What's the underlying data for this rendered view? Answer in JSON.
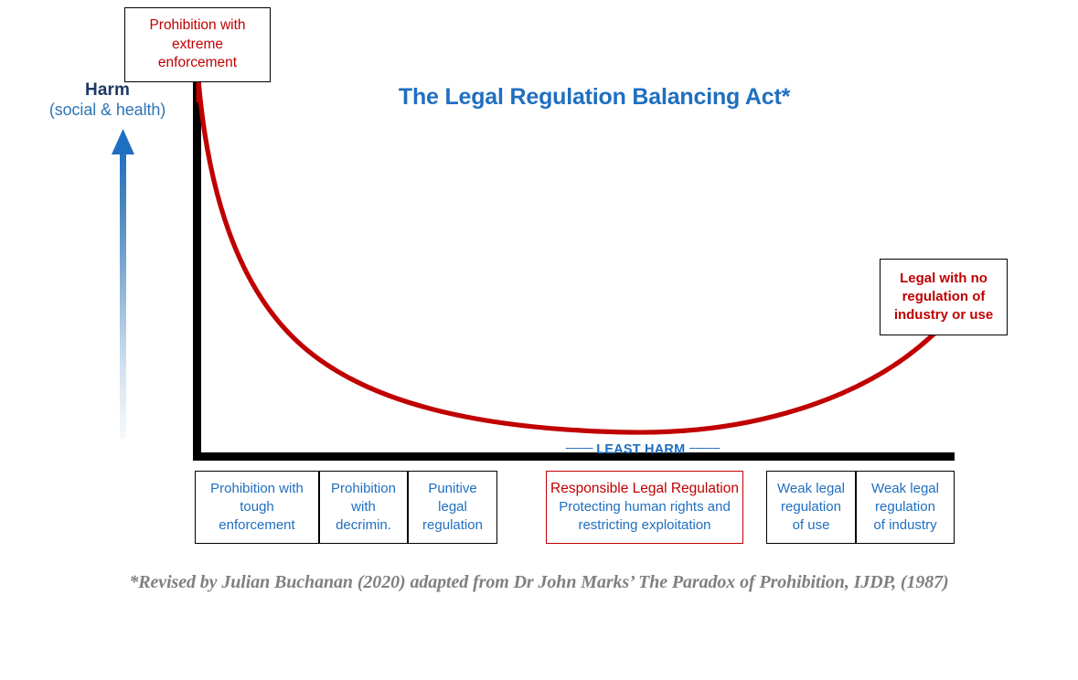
{
  "chart_data": {
    "type": "line",
    "title": "The Legal Regulation Balancing Act*",
    "xlabel": "",
    "ylabel": "Harm (social & health)",
    "grid": false,
    "legend": "none",
    "annotations": [
      "Prohibition with extreme enforcement",
      "Legal with no regulation of industry or use",
      "--------- LEAST HARM ----------"
    ],
    "categories": [
      "Prohibition with tough enforcement",
      "Prohibition with decrimin.",
      "Punitive legal regulation",
      "Responsible Legal Regulation",
      "Weak legal regulation of use",
      "Weak legal regulation of industry"
    ],
    "series": [
      {
        "name": "Harm (social & health)",
        "color": "#c00000",
        "description": "U-shaped (J-reversed) curve: harm is maximal under prohibition with extreme enforcement, falls steeply through decriminalisation and punitive legal regulation, reaches LEAST HARM at responsible legal regulation, then rises again through weak regulation toward legal with no regulation.",
        "points": [
          {
            "x": 0,
            "y": 100,
            "label": "Prohibition with extreme enforcement"
          },
          {
            "x": 5,
            "y": 72
          },
          {
            "x": 12,
            "y": 52
          },
          {
            "x": 22,
            "y": 36
          },
          {
            "x": 34,
            "y": 23
          },
          {
            "x": 46,
            "y": 13
          },
          {
            "x": 57,
            "y": 7
          },
          {
            "x": 66,
            "y": 4,
            "label": "LEAST HARM"
          },
          {
            "x": 75,
            "y": 6
          },
          {
            "x": 84,
            "y": 12
          },
          {
            "x": 92,
            "y": 21
          },
          {
            "x": 100,
            "y": 33,
            "label": "Legal with no regulation of industry or use"
          }
        ],
        "ylim": [
          0,
          100
        ],
        "xlim": [
          0,
          100
        ]
      }
    ]
  },
  "axis": {
    "harm_label": "Harm",
    "harm_sublabel": "(social & health)",
    "arrow_name": "up-arrow-icon"
  },
  "title": {
    "text": "The Legal Regulation Balancing Act*"
  },
  "callouts": {
    "prohibition": {
      "line1": "Prohibition with",
      "line2": "extreme",
      "line3": "enforcement"
    },
    "legal_no_regulation": {
      "line1": "Legal with no",
      "line2": "regulation of",
      "line3": "industry or use"
    }
  },
  "least_harm": {
    "dash_left": "---------",
    "text": "LEAST HARM",
    "dash_right": "----------"
  },
  "categories": [
    {
      "lines": [
        "Prohibition with",
        "tough",
        "enforcement"
      ],
      "accent": "blue"
    },
    {
      "lines": [
        "Prohibition",
        "with",
        "decrimin."
      ],
      "accent": "blue"
    },
    {
      "lines": [
        "Punitive",
        "legal",
        "regulation"
      ],
      "accent": "blue"
    },
    {
      "lines": [
        "Responsible Legal Regulation",
        "Protecting human rights and",
        "restricting exploitation"
      ],
      "accent": "red"
    },
    {
      "lines": [
        "Weak legal",
        "regulation",
        "of use"
      ],
      "accent": "blue"
    },
    {
      "lines": [
        "Weak legal",
        "regulation",
        "of industry"
      ],
      "accent": "blue"
    }
  ],
  "citation": {
    "text": "*Revised by Julian Buchanan (2020) adapted from Dr John Marks’ The Paradox of Prohibition, IJDP, (1987)"
  },
  "colors": {
    "curve": "#c00000",
    "title": "#1f6fc0",
    "label_blue": "#1f6fc0",
    "axis_navy": "#1f3864",
    "arrow_blue": "#2e75b6",
    "axis_black": "#000000",
    "citation_gray": "#808080"
  }
}
